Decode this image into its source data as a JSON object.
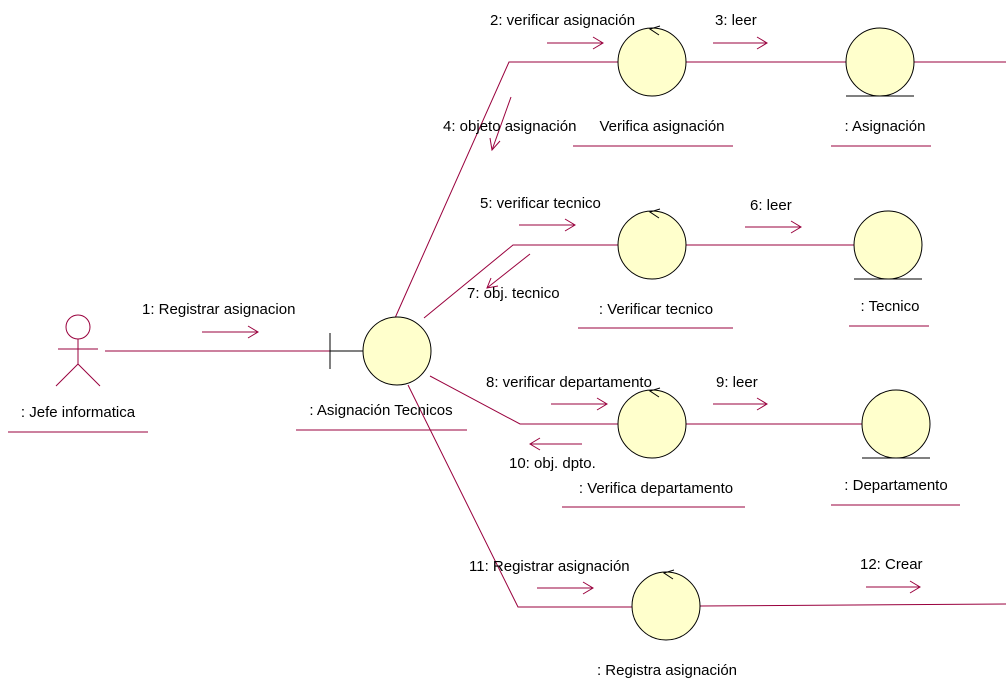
{
  "colors": {
    "line": "#99003d",
    "fill": "#ffffcc",
    "stroke": "#000000",
    "text": "#000000"
  },
  "actor": {
    "label": ": Jefe informatica"
  },
  "objects": {
    "boundary": {
      "label": ": Asignación Tecnicos"
    },
    "verifica_asignacion": {
      "label": "Verifica asignación"
    },
    "asignacion": {
      "label": ": Asignación"
    },
    "verificar_tecnico": {
      "label": ": Verificar tecnico"
    },
    "tecnico": {
      "label": ": Tecnico"
    },
    "verifica_departamento": {
      "label": ": Verifica departamento"
    },
    "departamento": {
      "label": ": Departamento"
    },
    "registra_asignacion": {
      "label": ": Registra asignación"
    }
  },
  "messages": {
    "m1": "1: Registrar asignacion",
    "m2": "2: verificar asignación",
    "m3": "3: leer",
    "m4": "4: objeto asignación",
    "m5": "5: verificar tecnico",
    "m6": "6: leer",
    "m7": "7: obj. tecnico",
    "m8": "8: verificar departamento",
    "m9": "9: leer",
    "m10": "10: obj. dpto.",
    "m11": "11: Registrar asignación",
    "m12": "12: Crear"
  }
}
